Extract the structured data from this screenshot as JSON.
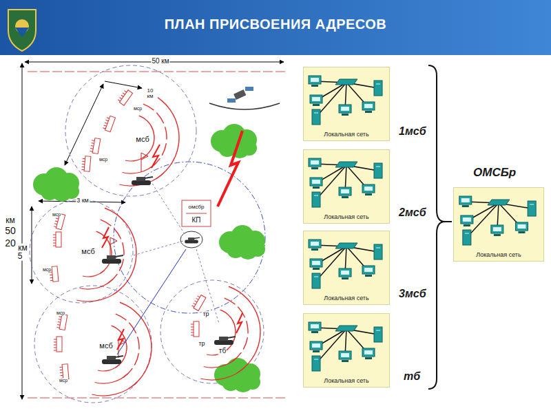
{
  "diagram": {
    "title": "ПЛАН ПРИСВОЕНИЯ АДРЕСОВ",
    "nodes": [
      {
        "text": [
          "Локальная сеть",
          "1мсб"
        ]
      },
      {
        "text": [
          "Локальная сеть",
          "2мсб"
        ]
      },
      {
        "text": [
          "Локальная сеть",
          "3мсб"
        ]
      },
      {
        "text": [
          "Локальная сеть",
          "тб"
        ]
      },
      {
        "text": [
          "ОМСБр",
          "Локальная сеть"
        ]
      }
    ],
    "labels": [
      "50 км",
      "10 км",
      "мср",
      "мср",
      "мсб",
      "3 км",
      "км",
      "50",
      "20",
      "км",
      "5",
      "мср",
      "мсб",
      "мср",
      "омсбр",
      "КП",
      "мср",
      "мср",
      "мсб",
      "тр",
      "тр",
      "тб"
    ]
  }
}
